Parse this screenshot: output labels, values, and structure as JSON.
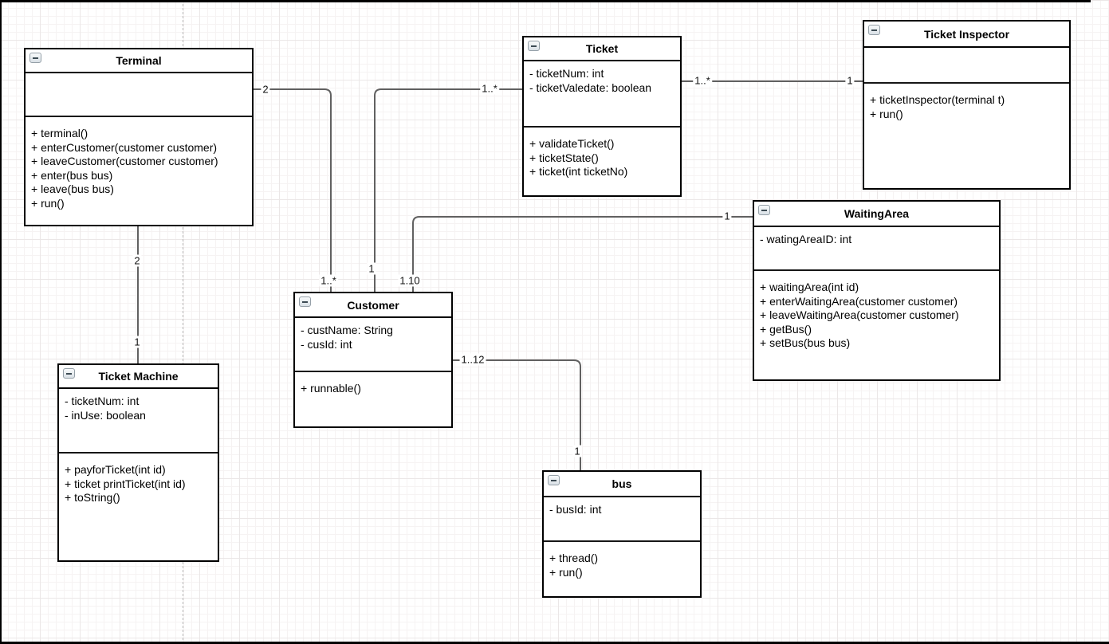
{
  "diagram": {
    "type": "uml-class-diagram",
    "colors": {
      "box_border": "#000000",
      "connector": "#616161",
      "text": "#000000",
      "background": "#ffffff",
      "grid_line": "#ebe7e7"
    },
    "icons": {
      "collapse": "minus-box-icon"
    },
    "classes": [
      {
        "id": "terminal",
        "name": "Terminal",
        "attributes": [],
        "methods": [
          "+ terminal()",
          "+ enterCustomer(customer customer)",
          "+ leaveCustomer(customer customer)",
          "+ enter(bus bus)",
          "+ leave(bus bus)",
          "+ run()"
        ]
      },
      {
        "id": "ticket-machine",
        "name": "Ticket Machine",
        "attributes": [
          "- ticketNum: int",
          "- inUse: boolean"
        ],
        "methods": [
          "+ payforTicket(int id)",
          "+ ticket printTicket(int id)",
          "+ toString()"
        ]
      },
      {
        "id": "ticket",
        "name": "Ticket",
        "attributes": [
          "- ticketNum: int",
          "- ticketValedate: boolean"
        ],
        "methods": [
          "+ validateTicket()",
          "+ ticketState()",
          "+ ticket(int ticketNo)"
        ]
      },
      {
        "id": "ticket-inspector",
        "name": "Ticket Inspector",
        "attributes": [],
        "methods": [
          "+ ticketInspector(terminal t)",
          "+ run()"
        ]
      },
      {
        "id": "waiting-area",
        "name": "WaitingArea",
        "attributes": [
          "- watingAreaID: int"
        ],
        "methods": [
          "+ waitingArea(int id)",
          "+ enterWaitingArea(customer customer)",
          "+ leaveWaitingArea(customer customer)",
          "+ getBus()",
          "+ setBus(bus bus)"
        ]
      },
      {
        "id": "customer",
        "name": "Customer",
        "attributes": [
          "- custName: String",
          "- cusId: int"
        ],
        "methods": [
          "+ runnable()"
        ]
      },
      {
        "id": "bus",
        "name": "bus",
        "attributes": [
          "- busId: int"
        ],
        "methods": [
          "+ thread()",
          "+ run()"
        ]
      }
    ],
    "connections": [
      {
        "id": "terminal-customer",
        "from": "terminal",
        "to": "customer",
        "source_label": "2",
        "target_label": "1..*"
      },
      {
        "id": "ticket-customer",
        "from": "ticket",
        "to": "customer",
        "source_label": "1..*",
        "target_label": "1"
      },
      {
        "id": "waitingarea-customer",
        "from": "waiting-area",
        "to": "customer",
        "source_label": "1",
        "target_label": "1.10"
      },
      {
        "id": "ticket-ticketinspector",
        "from": "ticket",
        "to": "ticket-inspector",
        "source_label": "1..*",
        "target_label": "1"
      },
      {
        "id": "terminal-ticketmachine",
        "from": "terminal",
        "to": "ticket-machine",
        "source_label": "2",
        "target_label": "1"
      },
      {
        "id": "customer-bus",
        "from": "customer",
        "to": "bus",
        "source_label": "1..12",
        "target_label": "1"
      }
    ]
  }
}
